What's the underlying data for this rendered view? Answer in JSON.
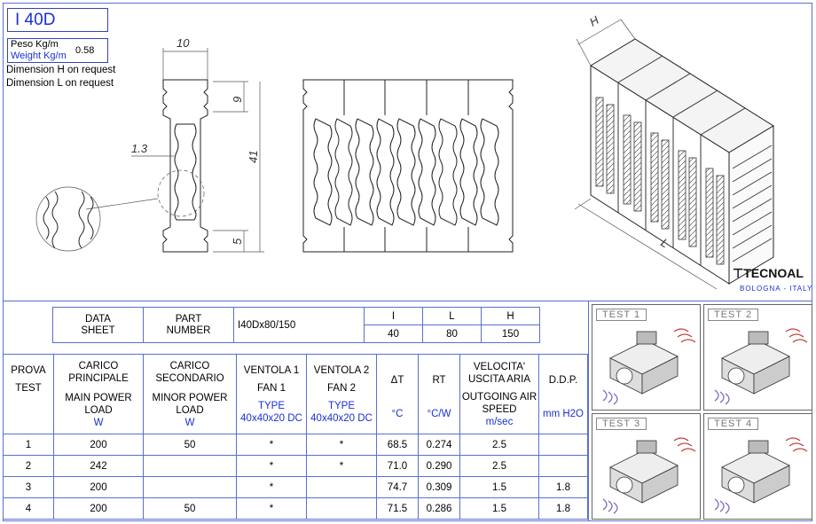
{
  "profile_code": "I 40D",
  "weight": {
    "label_it": "Peso Kg/m",
    "label_en": "Weight Kg/m",
    "value": "0.58"
  },
  "notes": [
    "Dimension H on request",
    "Dimension L on request"
  ],
  "dimensions": {
    "width": "10",
    "top_gap": "9",
    "fin": "1.3",
    "height": "41",
    "bottom_gap": "5",
    "iso_h": "H",
    "iso_l": "L"
  },
  "logo": {
    "name": "TECNOAL",
    "sub": "BOLOGNA - ITALY"
  },
  "header": {
    "datasheet": [
      "DATA",
      "SHEET"
    ],
    "part": [
      "PART",
      "NUMBER"
    ],
    "part_number": "I40Dx80/150",
    "dims": [
      {
        "label": "I",
        "value": "40"
      },
      {
        "label": "L",
        "value": "80"
      },
      {
        "label": "H",
        "value": "150"
      }
    ]
  },
  "columns": [
    {
      "it": "PROVA",
      "en": "TEST",
      "unit": ""
    },
    {
      "it": "CARICO PRINCIPALE",
      "en": "MAIN POWER LOAD",
      "unit": "W"
    },
    {
      "it": "CARICO SECONDARIO",
      "en": "MINOR POWER LOAD",
      "unit": "W"
    },
    {
      "it": "VENTOLA 1",
      "en": "FAN 1",
      "unit": "TYPE 40x40x20 DC"
    },
    {
      "it": "VENTOLA 2",
      "en": "FAN 2",
      "unit": "TYPE 40x40x20 DC"
    },
    {
      "it": "ΔT",
      "en": "",
      "unit": "°C"
    },
    {
      "it": "RT",
      "en": "",
      "unit": "°C/W"
    },
    {
      "it": "VELOCITA' USCITA ARIA",
      "en": "OUTGOING AIR SPEED",
      "unit": "m/sec"
    },
    {
      "it": "D.D.P.",
      "en": "",
      "unit": "mm H2O"
    }
  ],
  "rows": [
    [
      "1",
      "200",
      "50",
      "*",
      "*",
      "68.5",
      "0.274",
      "2.5",
      ""
    ],
    [
      "2",
      "242",
      "",
      "*",
      "*",
      "71.0",
      "0.290",
      "2.5",
      ""
    ],
    [
      "3",
      "200",
      "",
      "*",
      "",
      "74.7",
      "0.309",
      "1.5",
      "1.8"
    ],
    [
      "4",
      "200",
      "50",
      "*",
      "",
      "71.5",
      "0.286",
      "1.5",
      "1.8"
    ]
  ],
  "tests": [
    "TEST 1",
    "TEST 2",
    "TEST 3",
    "TEST 4"
  ]
}
